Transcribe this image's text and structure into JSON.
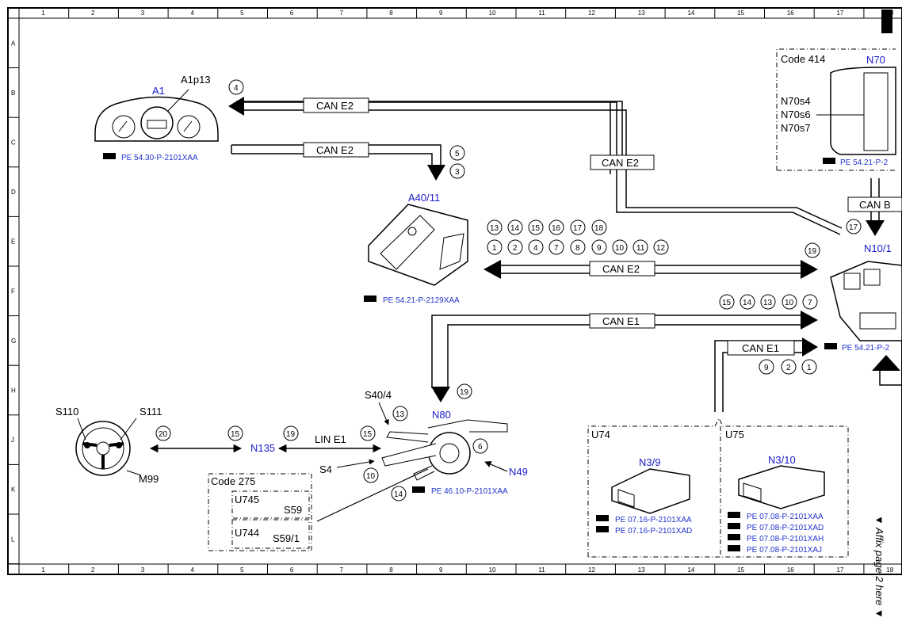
{
  "grid": {
    "columns": [
      "1",
      "2",
      "3",
      "4",
      "5",
      "6",
      "7",
      "8",
      "9",
      "10",
      "11",
      "12",
      "13",
      "14",
      "15",
      "16",
      "17",
      "18"
    ],
    "rows": [
      "A",
      "B",
      "C",
      "D",
      "E",
      "F",
      "G",
      "H",
      "J",
      "K",
      "L"
    ]
  },
  "labels": {
    "a1": "A1",
    "a1p13": "A1p13",
    "a4011": "A40/11",
    "n70": "N70",
    "n101": "N10/1",
    "n80": "N80",
    "n135": "N135",
    "n49": "N49",
    "n39": "N3/9",
    "n310": "N3/10",
    "s404": "S40/4",
    "s4": "S4",
    "s110": "S110",
    "s111": "S111",
    "m99": "M99",
    "n70s4": "N70s4",
    "n70s6": "N70s6",
    "n70s7": "N70s7",
    "s59": "S59",
    "s591": "S59/1",
    "u745": "U745",
    "u744": "U744",
    "u74": "U74",
    "u75": "U75",
    "code414": "Code 414",
    "code275": "Code 275"
  },
  "buses": {
    "can_e2": "CAN E2",
    "can_e1": "CAN E1",
    "can_b": "CAN B",
    "lin_e1": "LIN E1"
  },
  "refs": {
    "a1": "PE 54.30-P-2101XAA",
    "a4011": "PE 54.21-P-2129XAA",
    "n70": "PE 54.21-P-2",
    "n101": "PE 54.21-P-2",
    "n80": "PE 46.10-P-2101XAA",
    "n39_1": "PE 07.16-P-2101XAA",
    "n39_2": "PE 07.16-P-2101XAD",
    "n310_1": "PE 07.08-P-2101XAA",
    "n310_2": "PE 07.08-P-2101XAD",
    "n310_3": "PE 07.08-P-2101XAH",
    "n310_4": "PE 07.08-P-2101XAJ"
  },
  "circles": {
    "c4": "4",
    "c5": "5",
    "c3": "3",
    "e1": "13",
    "e2": "14",
    "e3": "15",
    "e4": "16",
    "e5": "17",
    "e6": "18",
    "f1": "1",
    "f2": "2",
    "f3": "4",
    "f4": "7",
    "f5": "8",
    "f6": "9",
    "f7": "10",
    "f8": "11",
    "f9": "12",
    "r19a": "19",
    "r17": "17",
    "g1": "15",
    "g2": "14",
    "g3": "13",
    "g4": "10",
    "g5": "7",
    "h1": "9",
    "h2": "2",
    "h3": "1",
    "n80_19": "19",
    "s404_13": "13",
    "n49_6": "6",
    "s4_10": "10",
    "n80_14": "14",
    "j20": "20",
    "j15": "15",
    "j19": "19",
    "j15b": "15"
  },
  "side_note": "▼ Affix page 2 here ▼"
}
